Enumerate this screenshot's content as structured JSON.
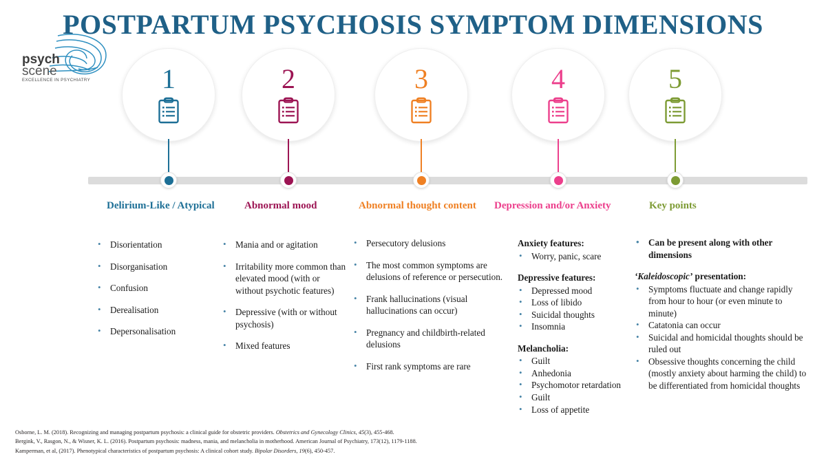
{
  "brand": {
    "name_line1": "psych",
    "name_line2": "scene",
    "tagline": "EXCELLENCE IN PSYCHIATRY",
    "logo_icon": "wave-swirl-logo",
    "color_text": "#3c3c3c",
    "color_wave": "#2d8fc0"
  },
  "header": {
    "title": "POSTPARTUM PSYCHOSIS SYMPTOM DIMENSIONS",
    "title_color": "#1f6087"
  },
  "timeline": {
    "bar_color": "#dcdcdc",
    "icon_name": "clipboard-checklist-icon"
  },
  "columns": [
    {
      "number": "1",
      "heading": "Delirium-Like / Atypical",
      "color": "#1d6f96",
      "icon": "clipboard-checklist-icon",
      "blocks": [
        {
          "subheading": null,
          "items": [
            "Disorientation",
            "Disorganisation",
            "Confusion",
            "Derealisation",
            "Depersonalisation"
          ]
        }
      ]
    },
    {
      "number": "2",
      "heading": "Abnormal mood",
      "color": "#9c1453",
      "icon": "clipboard-checklist-icon",
      "blocks": [
        {
          "subheading": null,
          "items": [
            "Mania and or agitation",
            "Irritability more common than elevated mood (with or without psychotic features)",
            "Depressive (with or without psychosis)",
            "Mixed features"
          ]
        }
      ]
    },
    {
      "number": "3",
      "heading": "Abnormal thought content",
      "color": "#ef8023",
      "icon": "clipboard-checklist-icon",
      "blocks": [
        {
          "subheading": null,
          "items": [
            "Persecutory delusions",
            "The most common symptoms are delusions of reference or persecution.",
            "Frank hallucinations (visual hallucinations can occur)",
            "Pregnancy and childbirth-related delusions",
            "First rank symptoms are rare"
          ]
        }
      ]
    },
    {
      "number": "4",
      "heading": "Depression and/or Anxiety",
      "color": "#ec3f8c",
      "icon": "clipboard-checklist-icon",
      "blocks": [
        {
          "subheading": "Anxiety features:",
          "items": [
            "Worry, panic, scare"
          ]
        },
        {
          "subheading": "Depressive features:",
          "items": [
            "Depressed mood",
            "Loss of libido",
            "Suicidal thoughts",
            "Insomnia"
          ]
        },
        {
          "subheading": "Melancholia:",
          "items": [
            "Guilt",
            "Anhedonia",
            "Psychomotor retardation",
            "Guilt",
            "Loss of appetite"
          ]
        }
      ]
    },
    {
      "number": "5",
      "heading": "Key points",
      "color": "#7d9b34",
      "icon": "clipboard-checklist-icon",
      "blocks": [
        {
          "subheading": null,
          "bold_items": true,
          "items": [
            "Can be present along with other dimensions"
          ]
        },
        {
          "subheading_rich": {
            "quoted_italic": "‘Kaleidoscopic’",
            "rest": " presentation:"
          },
          "items": [
            "Symptoms fluctuate and change rapidly from hour to hour (or even minute to minute)",
            "Catatonia can occur",
            "Suicidal and homicidal thoughts should be ruled out",
            "Obsessive thoughts concerning the child (mostly anxiety about harming the child) to be differentiated from homicidal thoughts"
          ]
        }
      ]
    }
  ],
  "citations": [
    {
      "plain1": "Osborne, L. M. (2018). Recognizing and managing postpartum psychosis: a clinical guide for obstetric providers. ",
      "italic": "Obstetrics and Gynecology Clinics, 45",
      "plain2": "(3), 455-468."
    },
    {
      "plain1": "Bergink, V., Rasgon, N., & Wisner, K. L. (2016). Postpartum psychosis: madness, mania, and melancholia in motherhood. American Journal of Psychiatry, 173(12), 1179-1188.",
      "italic": "",
      "plain2": ""
    },
    {
      "plain1": "Kamperman, et al, (2017). Phenotypical characteristics of postpartum psychosis: A clinical cohort study. ",
      "italic": "Bipolar Disorders, 19",
      "plain2": "(6), 450-457."
    }
  ]
}
